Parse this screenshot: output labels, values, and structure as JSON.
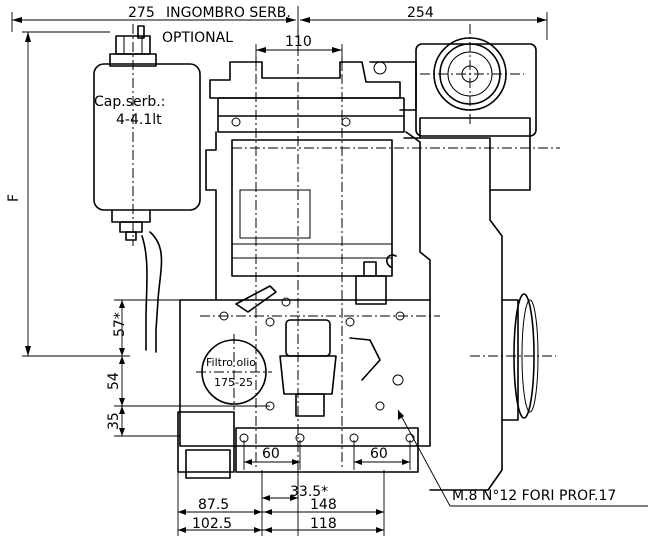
{
  "labels": {
    "dim_275": "275",
    "ingombro": "INGOMBRO SERB.",
    "optional": "OPTIONAL",
    "dim_254": "254",
    "dim_110": "110",
    "cap_serb": "Cap.serb.:",
    "cap_value": "4-4.1lt",
    "dim_F": "F",
    "dim_57": "57*",
    "dim_54": "54",
    "dim_35": "35",
    "filtro_olio": "Filtro olio",
    "filtro_code": "175-25",
    "dim_60_left": "60",
    "dim_60_right": "60",
    "dim_33_5": "33.5*",
    "dim_87_5": "87.5",
    "dim_148": "148",
    "dim_102_5": "102.5",
    "dim_118": "118",
    "fori_note": "M.8 N°12 FORI PROF.17"
  }
}
